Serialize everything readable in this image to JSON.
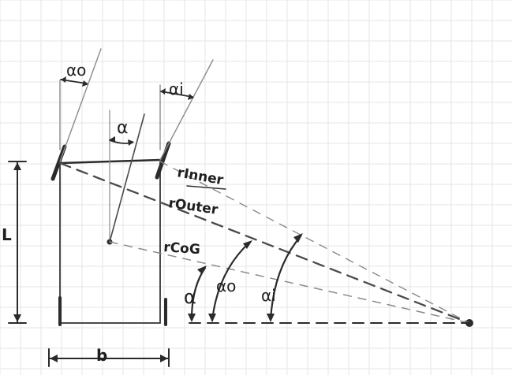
{
  "labels": {
    "alpha_o_top": "αo",
    "alpha_i_top": "αi",
    "alpha_top": "α",
    "r_inner": "rInner",
    "r_outer": "rOuter",
    "r_cog": "rCoG",
    "alpha_bottom": "α",
    "alpha_o_bottom": "αo",
    "alpha_i_bottom": "αi",
    "length": "L",
    "width": "b"
  },
  "colors": {
    "ink": "#4a4a4a",
    "grid": "#e6e6e6"
  }
}
